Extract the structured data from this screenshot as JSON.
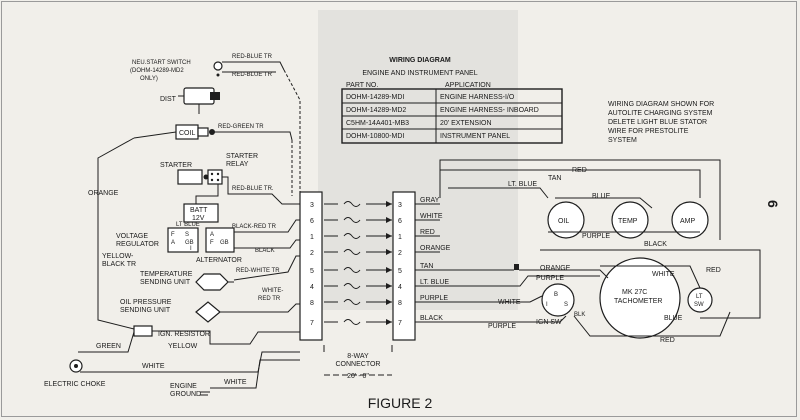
{
  "figure_label": "FIGURE 2",
  "page_number": "6",
  "table": {
    "title": "WIRING DIAGRAM",
    "subtitle": "ENGINE AND INSTRUMENT PANEL",
    "col_part": "PART NO.",
    "col_app": "APPLICATION",
    "rows": [
      {
        "part": "DOHM-14289-MDI",
        "app": "ENGINE HARNESS-I/O"
      },
      {
        "part": "DOHM-14289-MD2",
        "app": "ENGINE HARNESS- INBOARD"
      },
      {
        "part": "C5HM-14A401-MB3",
        "app": "20' EXTENSION"
      },
      {
        "part": "DOHM-10800-MDI",
        "app": "INSTRUMENT PANEL"
      }
    ]
  },
  "note": [
    "WIRING DIAGRAM SHOWN FOR",
    "AUTOLITE CHARGING SYSTEM",
    "DELETE LIGHT BLUE STATOR",
    "WIRE FOR PRESTOLITE",
    "SYSTEM"
  ],
  "neutral_switch": [
    "NEU.START SWITCH",
    "(DOHM-14289-MD2",
    "ONLY)"
  ],
  "components": {
    "dist": "DIST",
    "coil": "COIL",
    "starter": "STARTER",
    "starter_relay": [
      "STARTER",
      "RELAY"
    ],
    "batt": [
      "BATT",
      "12V"
    ],
    "voltage_regulator": [
      "VOLTAGE",
      "REGULATOR"
    ],
    "alternator": "ALTERNATOR",
    "temp_sending": [
      "TEMPERATURE",
      "SENDING UNIT"
    ],
    "oil_sending": [
      "OIL PRESSURE",
      "SENDING UNIT"
    ],
    "ign_resistor": "IGN. RESISTOR",
    "electric_choke": "ELECTRIC CHOKE",
    "engine_ground": [
      "ENGINE",
      "GROUND"
    ],
    "connector": [
      "8-WAY",
      "CONNECTOR"
    ],
    "extension_length": "20' - 0\"",
    "oil_gauge": "OIL",
    "temp_gauge": "TEMP",
    "amp_gauge": "AMP",
    "ign_sw": "IGN SW",
    "tach": [
      "MK 27C",
      "TACHOMETER"
    ],
    "lt_sw": [
      "LT",
      "SW"
    ],
    "reg_terms": [
      "LT BLUE",
      "F",
      "A",
      "S",
      "GB",
      "I"
    ],
    "alt_terms": [
      "A",
      "F",
      "GB"
    ],
    "ign_terms": [
      "B",
      "I",
      "S",
      "BLK"
    ]
  },
  "left_wires": {
    "red_blue_tr_1": "RED-BLUE TR",
    "red_blue_tr_2": "RED-BLUE TR",
    "red_green_tr": "RED-GREEN TR",
    "red_blue_tr_3": "RED-BLUE TR.",
    "black_red_tr": "BLACK-RED TR",
    "black": "BLACK",
    "red_white_tr": "RED-WHITE TR",
    "white_red_tr": [
      "WHITE-",
      "RED TR"
    ],
    "orange": "ORANGE",
    "yellow_black_tr": [
      "YELLOW-",
      "BLACK TR"
    ],
    "green": "GREEN",
    "yellow": "YELLOW",
    "white_1": "WHITE",
    "white_2": "WHITE"
  },
  "pins_left": [
    "3",
    "6",
    "1",
    "2",
    "5",
    "4",
    "8",
    "7"
  ],
  "pins_right": [
    "3",
    "6",
    "1",
    "2",
    "5",
    "4",
    "8",
    "7"
  ],
  "right_wires": [
    "GRAY",
    "WHITE",
    "RED",
    "ORANGE",
    "TAN",
    "LT. BLUE",
    "PURPLE",
    "BLACK"
  ],
  "panel_wires": {
    "red_top": "RED",
    "tan": "TAN",
    "lt_blue": "LT. BLUE",
    "blue": "BLUE",
    "purple": "PURPLE",
    "black": "BLACK",
    "orange": "ORANGE",
    "purple_2": "PURPLE",
    "white": "WHITE",
    "white_2": "WHITE",
    "red_right": "RED",
    "blue_2": "BLUE",
    "purple_3": "PURPLE",
    "red_bottom": "RED"
  }
}
